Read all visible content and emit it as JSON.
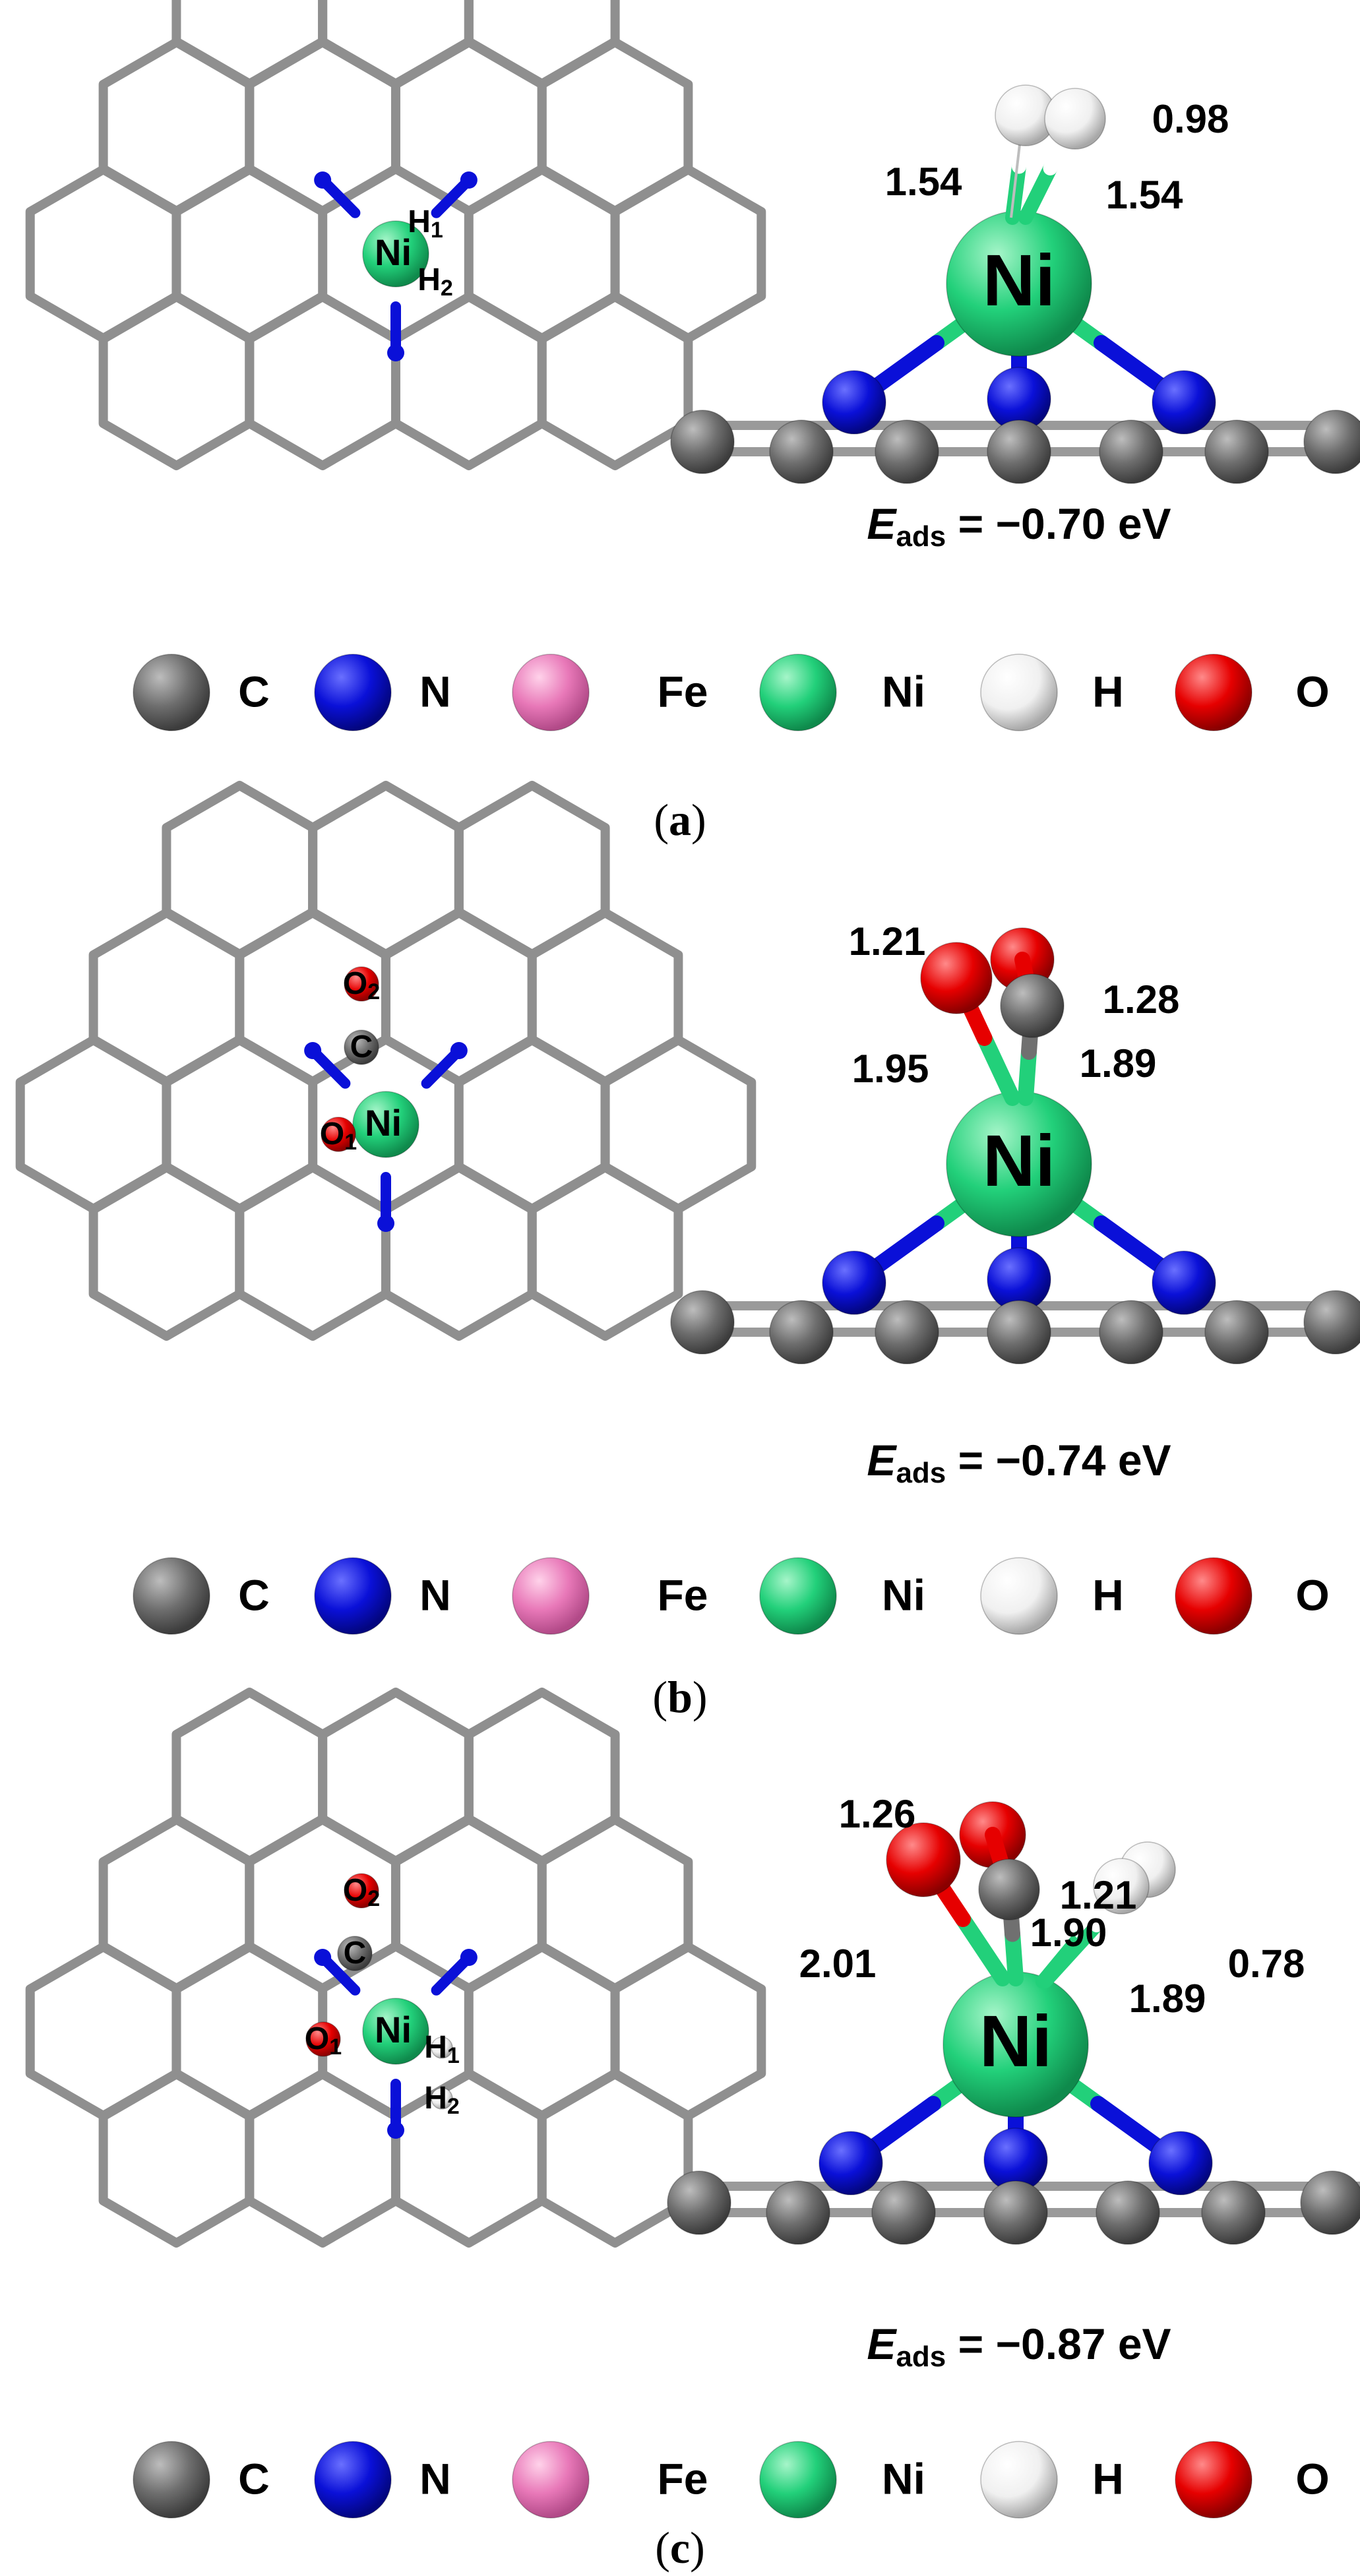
{
  "colors": {
    "C": "#707070",
    "N": "#0a10d8",
    "Fe": "#e878b8",
    "Ni": "#22d07a",
    "H": "#f2f2f2",
    "O": "#e60000",
    "bond": "#8c8c8c"
  },
  "legend": [
    {
      "symbol": "C",
      "label": "C",
      "icon": "carbon-atom-icon"
    },
    {
      "symbol": "N",
      "label": "N",
      "icon": "nitrogen-atom-icon"
    },
    {
      "symbol": "Fe",
      "label": "Fe",
      "icon": "iron-atom-icon"
    },
    {
      "symbol": "Ni",
      "label": "Ni",
      "icon": "nickel-atom-icon"
    },
    {
      "symbol": "H",
      "label": "H",
      "icon": "hydrogen-atom-icon"
    },
    {
      "symbol": "O",
      "label": "O",
      "icon": "oxygen-atom-icon"
    }
  ],
  "panels": [
    {
      "id": "a",
      "caption_pre": "(",
      "caption_letter": "a",
      "caption_post": ")",
      "eads_symbol": "E",
      "eads_sub": "ads",
      "eads_value": " = −0.70 eV",
      "center_label": "Ni",
      "side_center_label": "Ni",
      "adsorbate_labels": [
        {
          "base": "H",
          "sub": "1"
        },
        {
          "base": "H",
          "sub": "2"
        }
      ],
      "distances": [
        "0.98",
        "1.54",
        "1.54"
      ]
    },
    {
      "id": "b",
      "caption_pre": "(",
      "caption_letter": "b",
      "caption_post": ")",
      "eads_symbol": "E",
      "eads_sub": "ads",
      "eads_value": " = −0.74 eV",
      "center_label": "Ni",
      "side_center_label": "Ni",
      "adsorbate_labels": [
        {
          "base": "O",
          "sub": "2"
        },
        {
          "base": "C",
          "sub": ""
        },
        {
          "base": "O",
          "sub": "1"
        }
      ],
      "distances": [
        "1.21",
        "1.28",
        "1.95",
        "1.89"
      ]
    },
    {
      "id": "c",
      "caption_pre": "(",
      "caption_letter": "c",
      "caption_post": ")",
      "eads_symbol": "E",
      "eads_sub": "ads",
      "eads_value": " = −0.87 eV",
      "center_label": "Ni",
      "side_center_label": "Ni",
      "adsorbate_labels": [
        {
          "base": "O",
          "sub": "2"
        },
        {
          "base": "C",
          "sub": ""
        },
        {
          "base": "O",
          "sub": "1"
        },
        {
          "base": "H",
          "sub": "1"
        },
        {
          "base": "H",
          "sub": "2"
        }
      ],
      "distances": [
        "1.26",
        "1.21",
        "1.90",
        "2.01",
        "0.78",
        "1.89"
      ]
    }
  ]
}
